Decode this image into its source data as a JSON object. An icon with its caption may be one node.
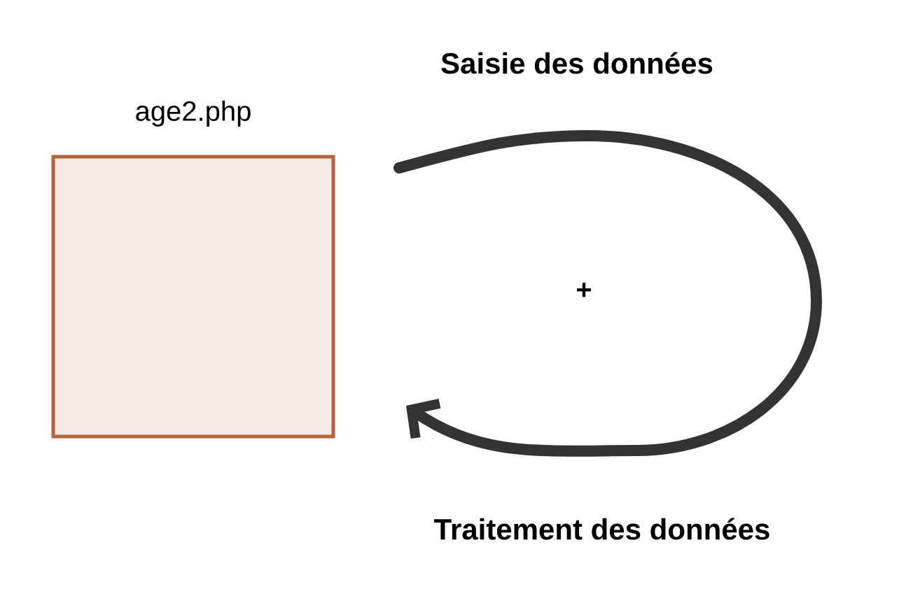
{
  "diagram": {
    "nodes": [
      {
        "text": [
          "age2.php"
        ]
      }
    ],
    "labels": [
      "Saisie des données",
      "+",
      "Traitement des données"
    ]
  }
}
